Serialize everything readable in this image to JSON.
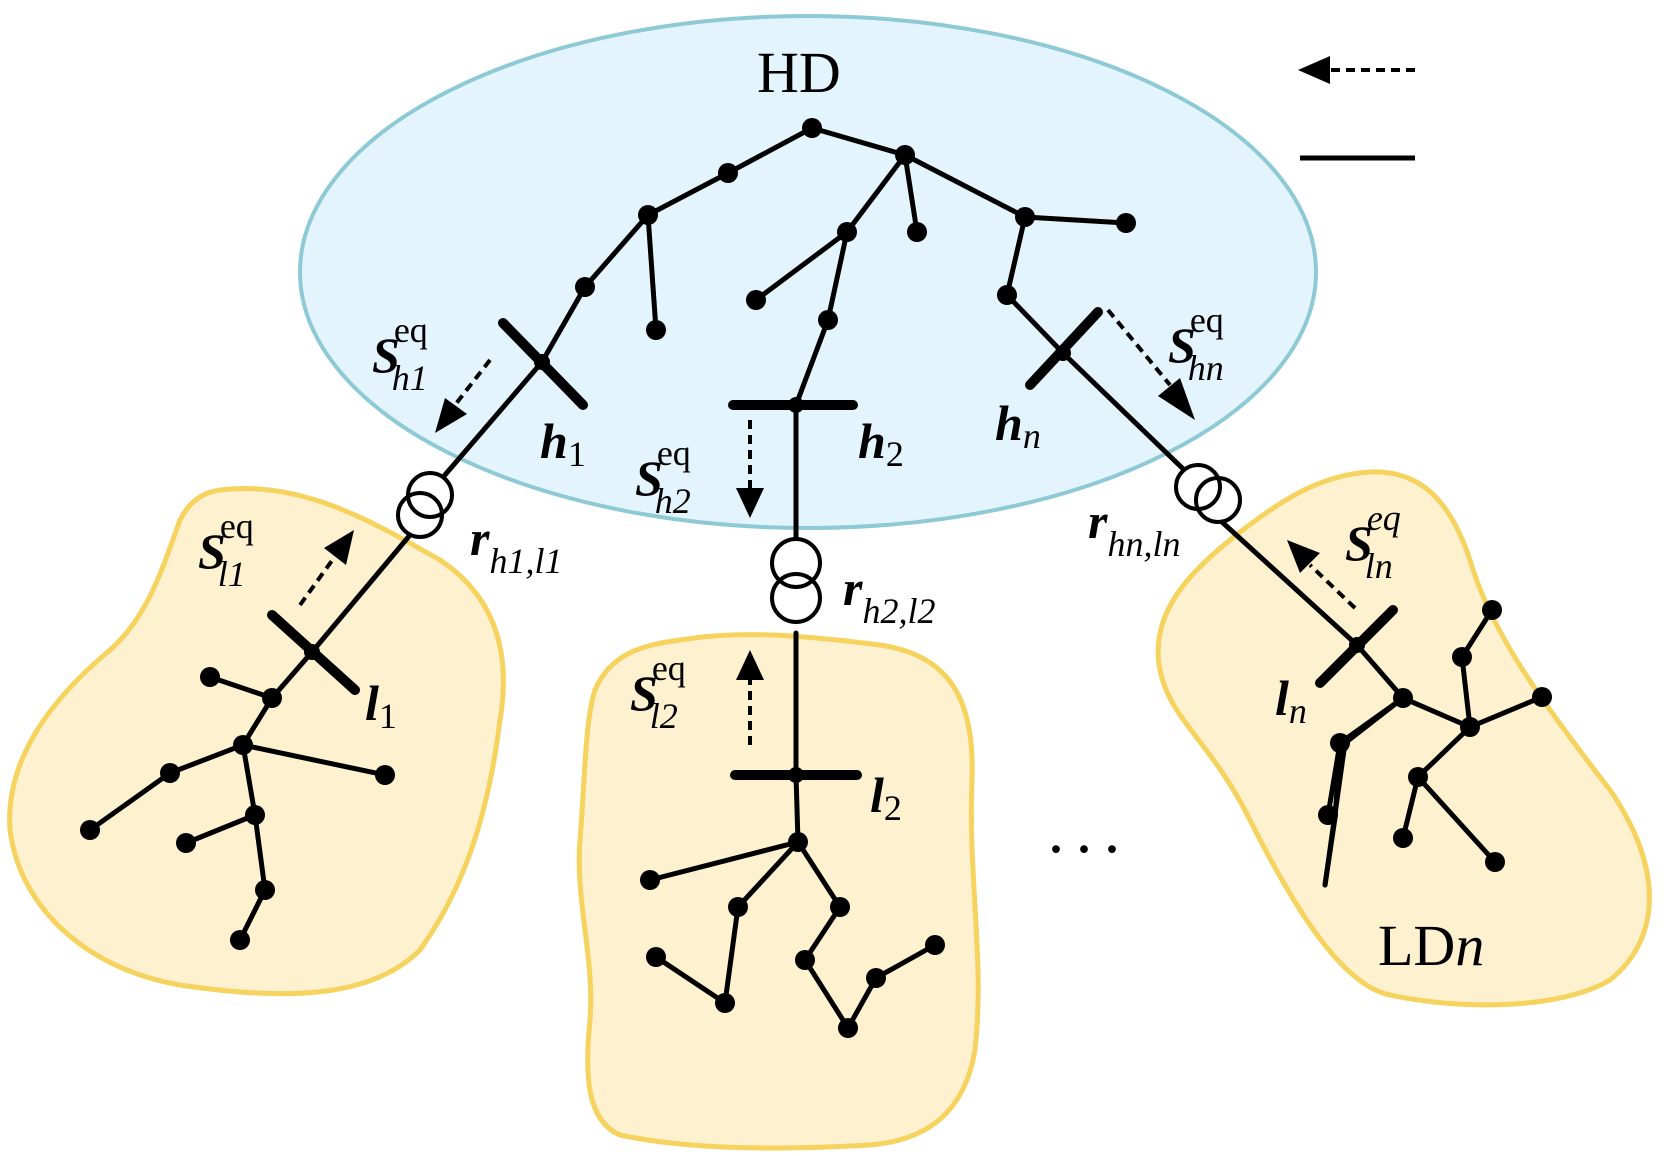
{
  "colors": {
    "hd_fill": "#e4f4fd",
    "hd_stroke": "#8ec9d6",
    "ld_fill": "#fdf1cf",
    "ld_stroke": "#f6d35e",
    "line": "#000000"
  },
  "labels": {
    "hd": "HD",
    "ldn_main": "LD",
    "ldn_ital": "n",
    "ellipsis": "· · ·",
    "bold_h": "h",
    "bold_l": "l",
    "bold_r": "r",
    "bold_S": "S",
    "sup_eq": "eq",
    "sub_h1": "1",
    "sub_h2": "2",
    "sub_hn": "n",
    "sub_l1": "1",
    "sub_l2": "2",
    "sub_ln": "n",
    "S_h1_sub": "h1",
    "S_h2_sub": "h2",
    "S_hn_sub": "hn",
    "S_l1_sub": "l1",
    "S_l2_sub": "l2",
    "S_ln_sub": "ln",
    "r_h1l1_sub": "h1,l1",
    "r_h2l2_sub": "h2,l2",
    "r_hnln_sub": "hn,ln"
  },
  "legend": {
    "dashed_arrow": "dashed-arrow-icon",
    "solid_line": "solid-line-icon"
  }
}
